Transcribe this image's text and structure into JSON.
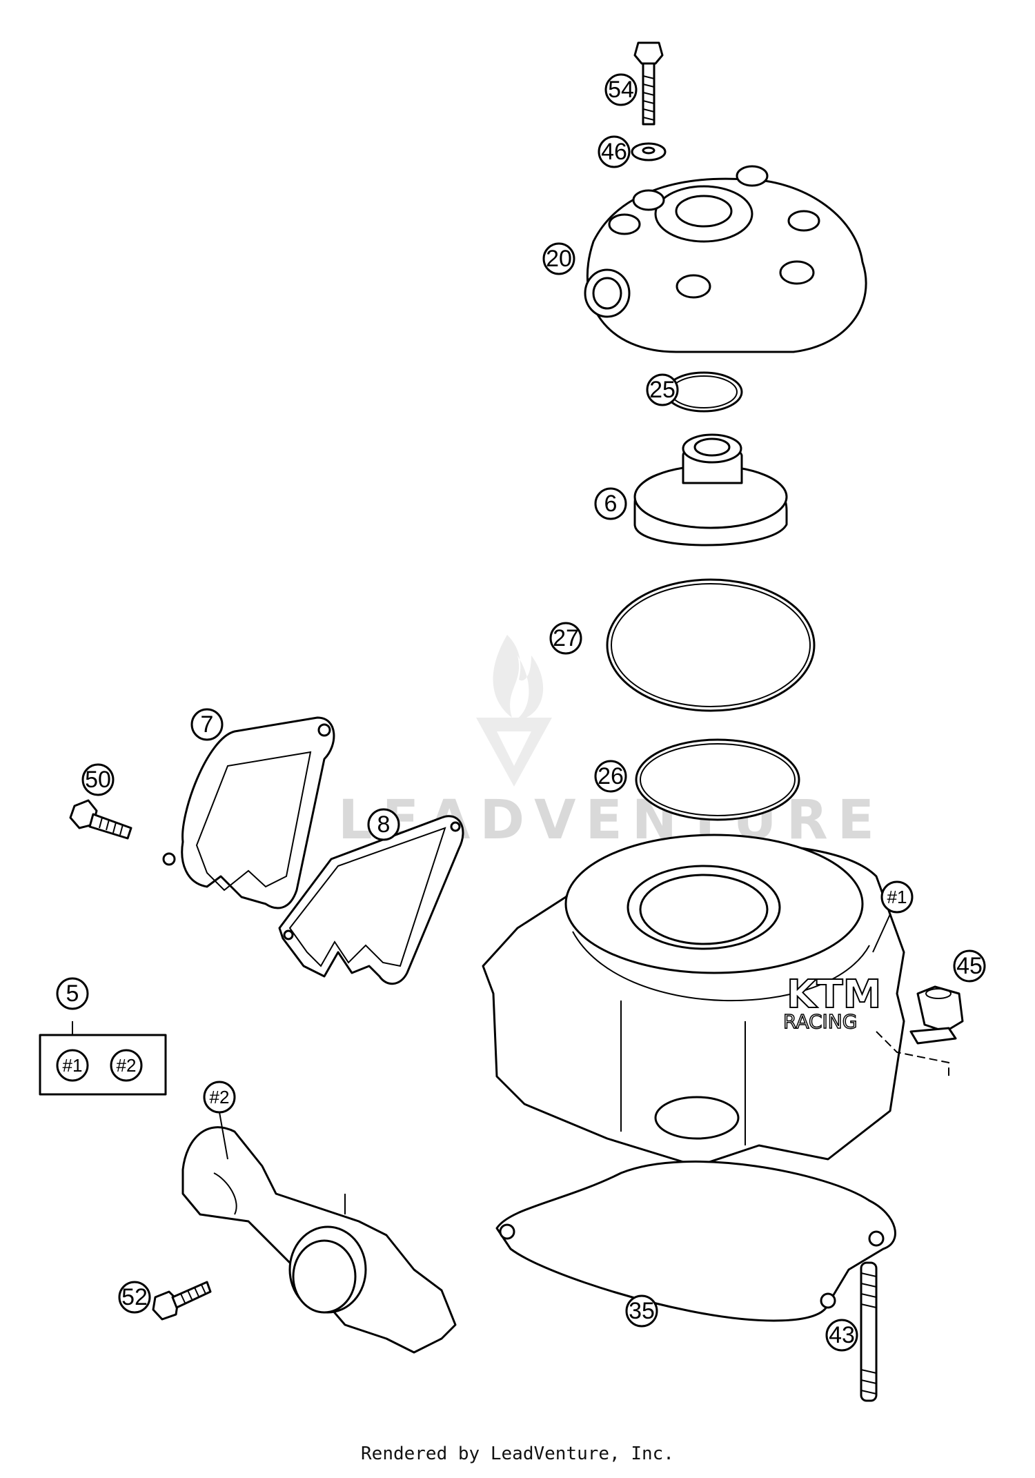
{
  "callouts": {
    "c54": "54",
    "c46": "46",
    "c20": "20",
    "c25": "25",
    "c6": "6",
    "c27": "27",
    "c26": "26",
    "c7": "7",
    "c50": "50",
    "c8": "8",
    "c1": "#1",
    "c45": "45",
    "c5": "5",
    "c5a": "#1",
    "c5b": "#2",
    "c2": "#2",
    "c52": "52",
    "c35": "35",
    "c43": "43"
  },
  "watermark": {
    "text": "LEADVENTURE"
  },
  "footer": {
    "text": "Rendered by LeadVenture, Inc."
  }
}
